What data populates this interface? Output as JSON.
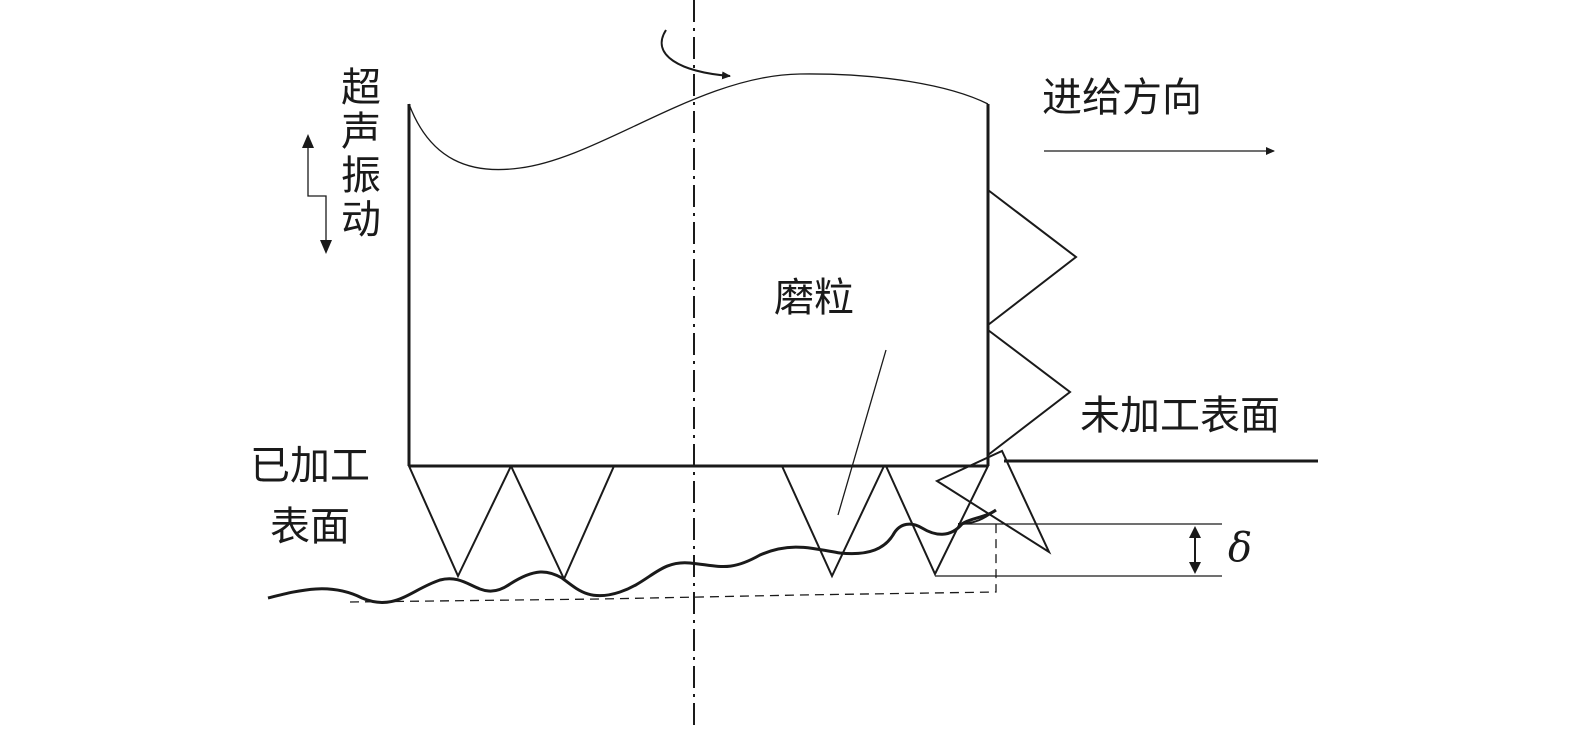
{
  "labels": {
    "ultrasonic_vibration": "超声振动",
    "feed_direction": "进给方向",
    "abrasive_grain": "磨粒",
    "unmachined_surface": "未加工表面",
    "machined_surface_line1": "已加工",
    "machined_surface_line2": "表面",
    "depth_symbol": "δ"
  }
}
